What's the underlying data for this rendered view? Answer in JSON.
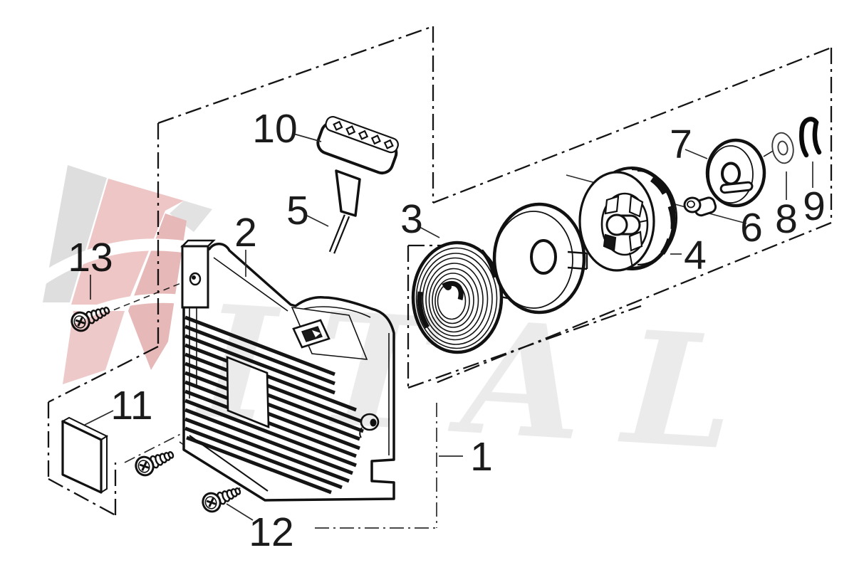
{
  "diagram": {
    "kind": "exploded-parts-diagram",
    "background": "#ffffff",
    "line_color": "#141414"
  },
  "watermark": {
    "text": "ITAL",
    "text_color": "#ebebeb",
    "logo_red": "#eec6c6",
    "logo_red_dark": "#e6b8b8",
    "logo_gray": "#dedede"
  },
  "callouts": [
    {
      "number": "1"
    },
    {
      "number": "2"
    },
    {
      "number": "3"
    },
    {
      "number": "4"
    },
    {
      "number": "5"
    },
    {
      "number": "6"
    },
    {
      "number": "7"
    },
    {
      "number": "8"
    },
    {
      "number": "9"
    },
    {
      "number": "10"
    },
    {
      "number": "11"
    },
    {
      "number": "12"
    },
    {
      "number": "13"
    }
  ]
}
